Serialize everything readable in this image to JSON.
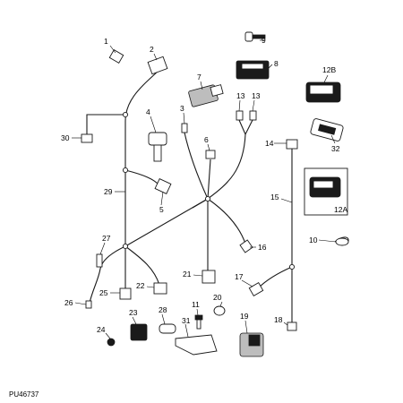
{
  "drawing_code": "PU46737",
  "callouts": [
    {
      "id": "c1",
      "text": "1"
    },
    {
      "id": "c2",
      "text": "2"
    },
    {
      "id": "c3",
      "text": "3"
    },
    {
      "id": "c4",
      "text": "4"
    },
    {
      "id": "c5",
      "text": "5"
    },
    {
      "id": "c6",
      "text": "6"
    },
    {
      "id": "c7",
      "text": "7"
    },
    {
      "id": "c8",
      "text": "8"
    },
    {
      "id": "c9",
      "text": "9"
    },
    {
      "id": "c10",
      "text": "10"
    },
    {
      "id": "c11",
      "text": "11"
    },
    {
      "id": "c12A",
      "text": "12A"
    },
    {
      "id": "c12B",
      "text": "12B"
    },
    {
      "id": "c13a",
      "text": "13"
    },
    {
      "id": "c13b",
      "text": "13"
    },
    {
      "id": "c15",
      "text": "15"
    },
    {
      "id": "c16",
      "text": "16"
    },
    {
      "id": "c17",
      "text": "17"
    },
    {
      "id": "c18",
      "text": "18"
    },
    {
      "id": "c19",
      "text": "19"
    },
    {
      "id": "c20",
      "text": "20"
    },
    {
      "id": "c21",
      "text": "21"
    },
    {
      "id": "c22",
      "text": "22"
    },
    {
      "id": "c23",
      "text": "23"
    },
    {
      "id": "c24",
      "text": "24"
    },
    {
      "id": "c25",
      "text": "25"
    },
    {
      "id": "c26",
      "text": "26"
    },
    {
      "id": "c27",
      "text": "27"
    },
    {
      "id": "c28",
      "text": "28"
    },
    {
      "id": "c29",
      "text": "29"
    },
    {
      "id": "c30",
      "text": "30"
    },
    {
      "id": "c31",
      "text": "31"
    },
    {
      "id": "c32",
      "text": "32"
    },
    {
      "id": "c14",
      "text": "14"
    }
  ]
}
